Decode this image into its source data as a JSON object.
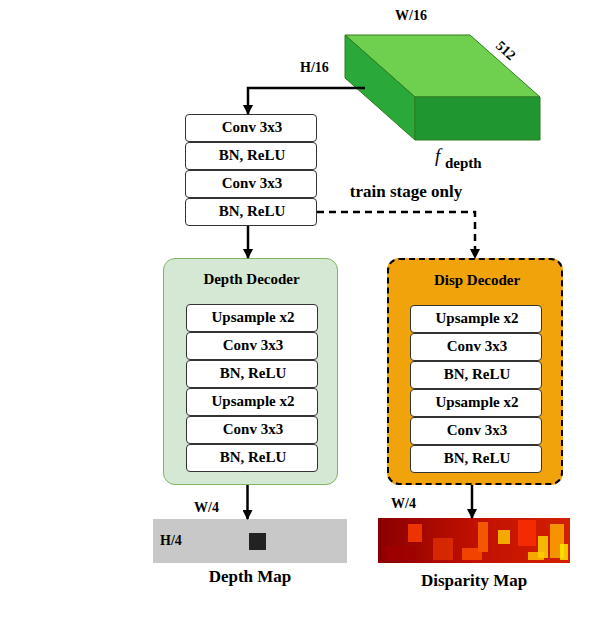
{
  "diagram": {
    "nodes": [
      {
        "text": [
          "f",
          "depth"
        ]
      },
      {
        "text": [
          "Conv 3x3"
        ]
      },
      {
        "text": [
          "BN, ReLU"
        ]
      },
      {
        "text": [
          "Conv 3x3"
        ]
      },
      {
        "text": [
          "BN, ReLU"
        ]
      },
      {
        "text": [
          "Depth Decoder"
        ]
      },
      {
        "text": [
          "Upsample x2"
        ],
        "in": 5
      },
      {
        "text": [
          "Conv 3x3"
        ],
        "in": 5
      },
      {
        "text": [
          "BN, ReLU"
        ],
        "in": 5
      },
      {
        "text": [
          "Upsample x2"
        ],
        "in": 5
      },
      {
        "text": [
          "Conv 3x3"
        ],
        "in": 5
      },
      {
        "text": [
          "BN, ReLU"
        ],
        "in": 5
      },
      {
        "text": [
          "Disp Decoder"
        ]
      },
      {
        "text": [
          "Upsample x2"
        ],
        "in": 12
      },
      {
        "text": [
          "Conv 3x3"
        ],
        "in": 12
      },
      {
        "text": [
          "BN, ReLU"
        ],
        "in": 12
      },
      {
        "text": [
          "Upsample x2"
        ],
        "in": 12
      },
      {
        "text": [
          "Conv 3x3"
        ],
        "in": 12
      },
      {
        "text": [
          "BN, ReLU"
        ],
        "in": 12
      },
      {
        "text": [
          "Depth Map"
        ]
      },
      {
        "text": [
          "Disparity Map"
        ]
      }
    ],
    "edges": [
      {
        "from": 0,
        "to": 1,
        "arrow": "to"
      },
      {
        "from": 4,
        "to": 5,
        "arrow": "to"
      },
      {
        "from": 4,
        "to": 12,
        "label": "train stage only",
        "arrow": "to"
      },
      {
        "from": 5,
        "to": 19,
        "arrow": "to"
      },
      {
        "from": 12,
        "to": 20,
        "arrow": "to"
      }
    ],
    "labels": [
      "W/16",
      "H/16",
      "512",
      "W/4",
      "H/4",
      "W/4"
    ]
  }
}
